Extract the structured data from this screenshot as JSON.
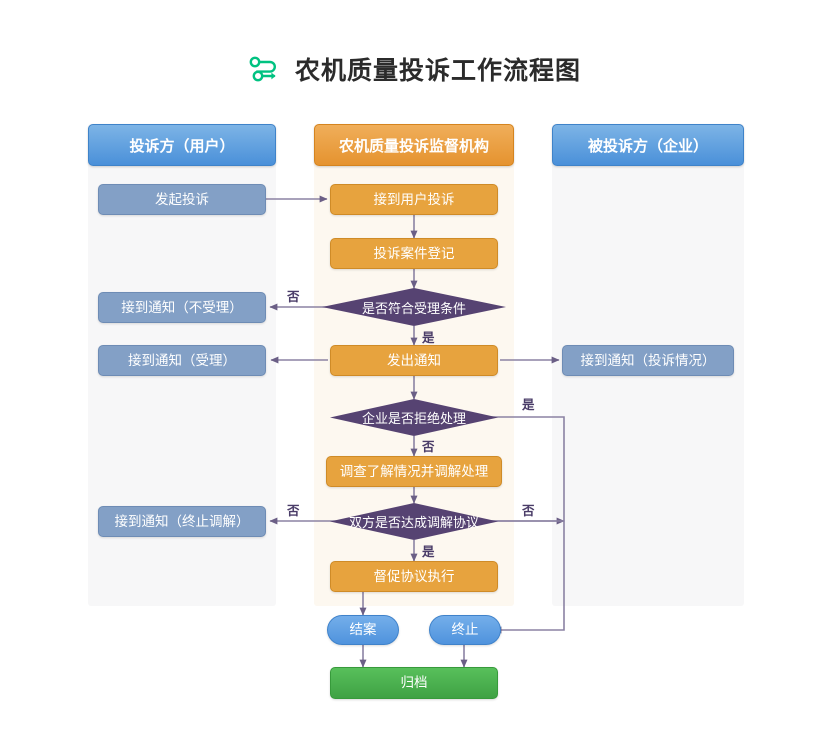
{
  "page": {
    "title": "农机质量投诉工作流程图",
    "title_icon": "flow-route-icon",
    "accent_green": "#00c281",
    "colors": {
      "lane_header_blue": "#4a90d9",
      "lane_header_orange": "#e5932f",
      "node_slate": "#83a0c6",
      "node_orange": "#e7a33e",
      "decision_purple": "#564372",
      "terminal_blue": "#4f93dd",
      "archive_green": "#3fa244",
      "connector": "#6b5f86"
    }
  },
  "lanes": [
    {
      "id": "complainant",
      "label": "投诉方（用户）",
      "style": "blue"
    },
    {
      "id": "supervisor",
      "label": "农机质量投诉监督机构",
      "style": "orange"
    },
    {
      "id": "respondent",
      "label": "被投诉方（企业）",
      "style": "blue"
    }
  ],
  "nodes": {
    "file_complaint": "发起投诉",
    "notice_rejected": "接到通知（不受理）",
    "notice_accepted": "接到通知（受理）",
    "notice_terminated": "接到通知（终止调解）",
    "receive_complaint": "接到用户投诉",
    "register_case": "投诉案件登记",
    "decision_conditions": "是否符合受理条件",
    "issue_notice": "发出通知",
    "decision_refuse": "企业是否拒绝处理",
    "investigate_mediate": "调查了解情况并调解处理",
    "decision_agreement": "双方是否达成调解协议",
    "urge_execution": "督促协议执行",
    "close_case": "结案",
    "terminate": "终止",
    "archive": "归档",
    "notice_complaint_info": "接到通知（投诉情况）"
  },
  "edge_labels": {
    "conditions_no": "否",
    "conditions_yes": "是",
    "refuse_yes": "是",
    "refuse_no": "否",
    "agreement_no_left": "否",
    "agreement_no_right": "否",
    "agreement_yes": "是"
  }
}
